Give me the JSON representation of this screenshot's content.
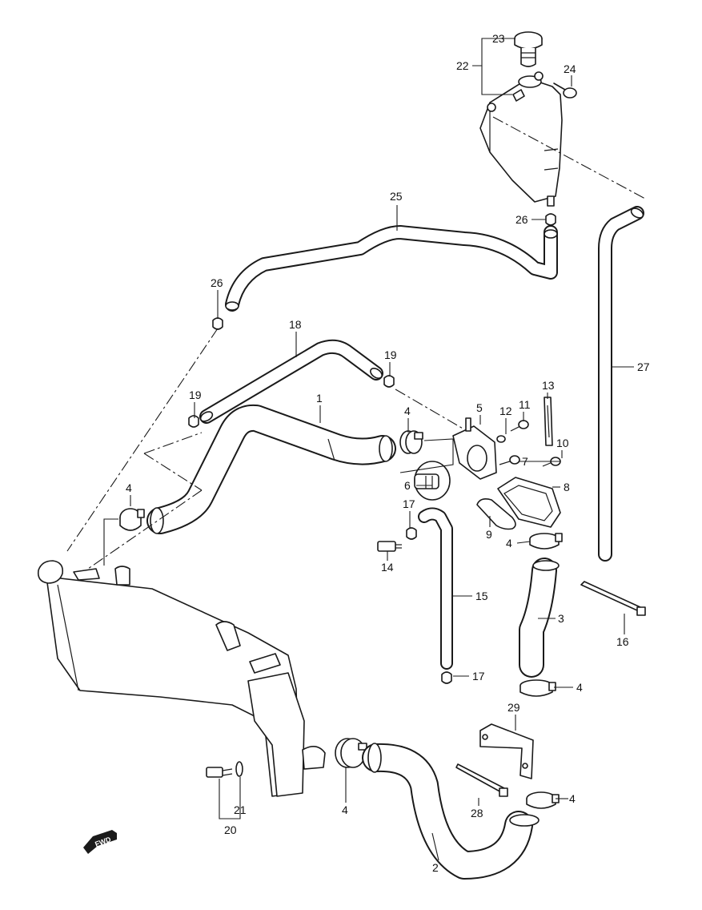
{
  "diagram": {
    "type": "exploded parts diagram",
    "direction_badge": "FWD",
    "callouts": [
      "1",
      "2",
      "3",
      "4",
      "5",
      "6",
      "7",
      "8",
      "9",
      "10",
      "11",
      "12",
      "13",
      "14",
      "15",
      "16",
      "17",
      "19",
      "18",
      "20",
      "21",
      "22",
      "23",
      "24",
      "25",
      "26",
      "27",
      "28",
      "29"
    ],
    "labels": {
      "l1": "1",
      "l2": "2",
      "l3": "3",
      "l4a": "4",
      "l4b": "4",
      "l4c": "4",
      "l4d": "4",
      "l4e": "4",
      "l4f": "4",
      "l5": "5",
      "l6": "6",
      "l7": "7",
      "l8": "8",
      "l9": "9",
      "l10": "10",
      "l11": "11",
      "l12": "12",
      "l13": "13",
      "l14": "14",
      "l15": "15",
      "l16": "16",
      "l17a": "17",
      "l17b": "17",
      "l18": "18",
      "l19a": "19",
      "l19b": "19",
      "l20": "20",
      "l21": "21",
      "l22": "22",
      "l23": "23",
      "l24": "24",
      "l25": "25",
      "l26a": "26",
      "l26b": "26",
      "l27": "27",
      "l28": "28",
      "l29": "29"
    }
  }
}
